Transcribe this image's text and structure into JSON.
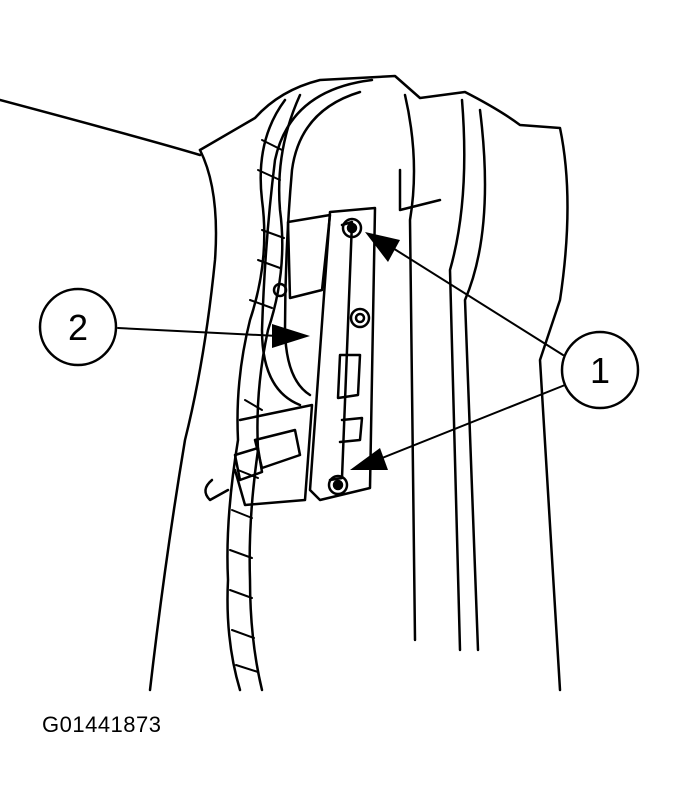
{
  "callouts": [
    {
      "id": "1",
      "label": "1"
    },
    {
      "id": "2",
      "label": "2"
    }
  ],
  "figure_id": "G01441873",
  "colors": {
    "ink": "#000000",
    "paper": "#ffffff"
  }
}
